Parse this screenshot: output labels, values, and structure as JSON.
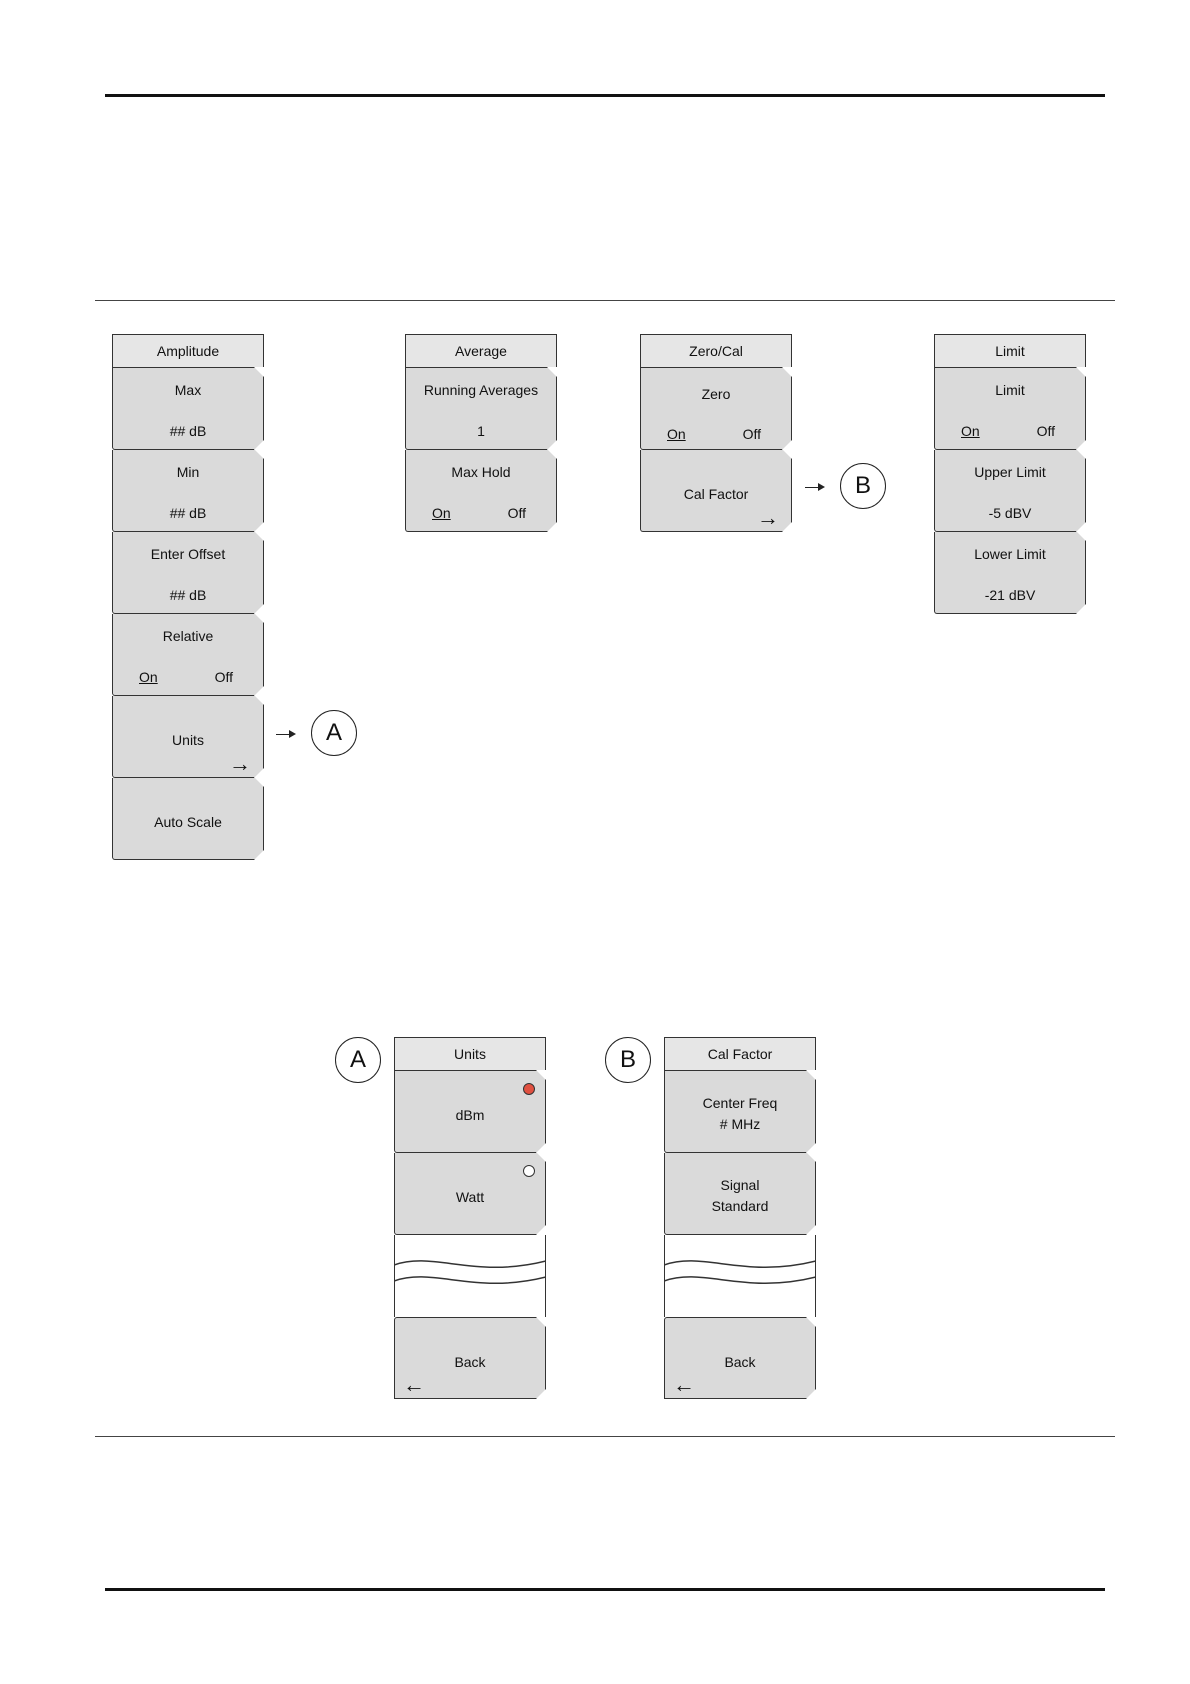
{
  "amplitude_menu": {
    "title": "Amplitude",
    "keys": [
      {
        "line1": "Max",
        "line2": "## dB"
      },
      {
        "line1": "Min",
        "line2": "## dB"
      },
      {
        "line1": "Enter Offset",
        "line2": "## dB"
      },
      {
        "line1": "Relative",
        "on": "On",
        "off": "Off"
      },
      {
        "label": "Units",
        "arrow": "→"
      },
      {
        "label": "Auto Scale"
      }
    ],
    "callout": "A"
  },
  "average_menu": {
    "title": "Average",
    "keys": [
      {
        "line1": "Running Averages",
        "line2": "1"
      },
      {
        "line1": "Max Hold",
        "on": "On",
        "off": "Off"
      }
    ]
  },
  "zerocal_menu": {
    "title": "Zero/Cal",
    "keys": [
      {
        "line1": "Zero",
        "on": "On",
        "off": "Off"
      },
      {
        "label": "Cal Factor",
        "arrow": "→"
      }
    ],
    "callout": "B"
  },
  "limit_menu": {
    "title": "Limit",
    "keys": [
      {
        "line1": "Limit",
        "on": "On",
        "off": "Off"
      },
      {
        "line1": "Upper Limit",
        "line2": "-5 dBV"
      },
      {
        "line1": "Lower Limit",
        "line2": "-21 dBV"
      }
    ]
  },
  "units_menu": {
    "callout": "A",
    "title": "Units",
    "keys": [
      {
        "label": "dBm",
        "selected": true
      },
      {
        "label": "Watt",
        "selected": false
      }
    ],
    "back": {
      "label": "Back",
      "arrow": "←"
    }
  },
  "calfactor_menu": {
    "callout": "B",
    "title": "Cal Factor",
    "keys": [
      {
        "line1": "Center Freq",
        "line2": "# MHz"
      },
      {
        "line1": "Signal",
        "line2": "Standard"
      }
    ],
    "back": {
      "label": "Back",
      "arrow": "←"
    }
  },
  "colors": {
    "radio_selected": "#e05040",
    "key_fill": "#dadada"
  }
}
